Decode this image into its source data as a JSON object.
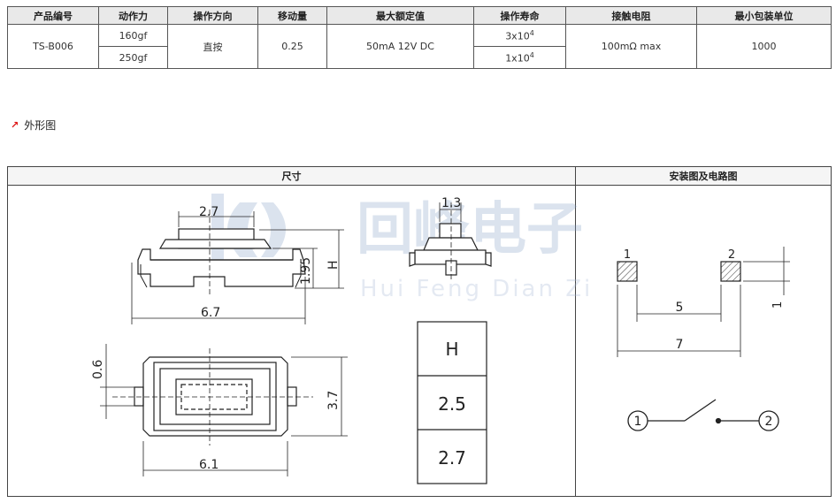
{
  "spec_table": {
    "headers": [
      "产品编号",
      "动作力",
      "操作方向",
      "移动量",
      "最大额定值",
      "操作寿命",
      "接触电阻",
      "最小包装单位"
    ],
    "model": "TS-B006",
    "forces": [
      "160gf",
      "250gf"
    ],
    "direction": "直按",
    "travel": "0.25",
    "rating": "50mA 12V DC",
    "life": [
      {
        "base": "3x10",
        "exp": "4"
      },
      {
        "base": "1x10",
        "exp": "4"
      }
    ],
    "resistance": "100mΩ max",
    "min_pack": "1000"
  },
  "section": {
    "arrow": "↗",
    "title": "外形图"
  },
  "drawing": {
    "left_title": "尺寸",
    "right_title": "安装图及电路图",
    "watermark_cn": "回峰电子",
    "watermark_en": "Hui Feng Dian Zi",
    "dims": {
      "top_width": "2.7",
      "total_width": "6.7",
      "height_195": "1.95",
      "height_h": "H",
      "side_width": "1.3",
      "body_width": "6.1",
      "lead_06": "0.6",
      "body_37": "3.7"
    },
    "h_table": [
      "H",
      "2.5",
      "2.7"
    ],
    "pad_labels": [
      "1",
      "2"
    ],
    "pad_spacing": "5",
    "pad_span": "7",
    "pad_height": "1",
    "circuit_nodes": [
      "1",
      "2"
    ]
  }
}
